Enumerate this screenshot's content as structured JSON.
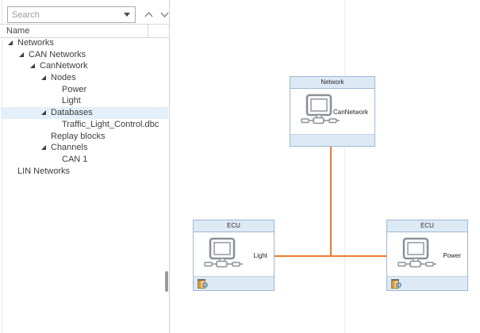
{
  "sidebar": {
    "search": {
      "placeholder": "Search"
    },
    "columns": {
      "name": "Name"
    },
    "tree": [
      {
        "label": "Networks",
        "level": 0,
        "expanded": true
      },
      {
        "label": "CAN Networks",
        "level": 1,
        "expanded": true
      },
      {
        "label": "CanNetwork",
        "level": 2,
        "expanded": true
      },
      {
        "label": "Nodes",
        "level": 3,
        "expanded": true
      },
      {
        "label": "Power",
        "level": 4
      },
      {
        "label": "Light",
        "level": 4
      },
      {
        "label": "Databases",
        "level": 3,
        "expanded": true,
        "selected": true
      },
      {
        "label": "Traffic_Light_Control.dbc",
        "level": 4
      },
      {
        "label": "Replay blocks",
        "level": 3
      },
      {
        "label": "Channels",
        "level": 3,
        "expanded": true
      },
      {
        "label": "CAN 1",
        "level": 4
      },
      {
        "label": "LIN Networks",
        "level": 0
      }
    ]
  },
  "diagram": {
    "network_node": {
      "title": "Network",
      "label": "CanNetwork"
    },
    "ecu_nodes": [
      {
        "title": "ECU",
        "label": "Light"
      },
      {
        "title": "ECU",
        "label": "Power"
      }
    ],
    "colors": {
      "bus_line": "#ED7D31",
      "node_border": "#9DB8D2",
      "node_header_fill": "#DDE9F5",
      "tree_selection_fill": "#E3F0FA"
    }
  }
}
